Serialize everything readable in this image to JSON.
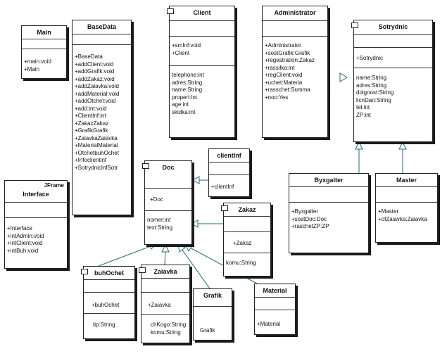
{
  "classes": {
    "main": {
      "name": "Main",
      "methods": [
        "+main:void",
        "+Main"
      ]
    },
    "basedata": {
      "name": "BaseData",
      "methods": [
        "+BaseData",
        "+addClient:void",
        "+addGrafik:void",
        "+addZakaz:void",
        "+addZaiavka:void",
        "+addMaterial:void",
        "+addOtchet:void",
        "+add:int:void",
        "+ClientInf:int",
        "+ZakazZakaz",
        "+GrafikGrafik",
        "+ZaiavkaZaiavka",
        "+MaterialMaterial",
        "+OtchetbuhOchet",
        "+Infoclientinf",
        "+SotrydniclnfSotr"
      ]
    },
    "client": {
      "name": "Client",
      "methods": [
        "+smInf:void",
        "+Client"
      ],
      "attributes": [
        "telephone:int",
        "adres:String",
        "name:String",
        "propert:int",
        "age:int",
        "skidka:int"
      ]
    },
    "administrator": {
      "name": "Administrator",
      "methods": [
        "+Administrator",
        "+sostGrafik:Grafik",
        "+regestration:Zakaz",
        "+rassilka:int",
        "+regClient:void",
        "+uchet:Materia",
        "+rasschet:Summa",
        "+noo:Yes"
      ]
    },
    "sotrydnic": {
      "name": "Sotrydnic",
      "methods": [
        "+Sotrydnic"
      ],
      "attributes": [
        "name:String",
        "adres:String",
        "dolgnost:String",
        "licnDan:String",
        "tel:int",
        "ZP:int"
      ]
    },
    "clientinf": {
      "name": "clientInf",
      "methods": [
        "+clientInf"
      ]
    },
    "doc": {
      "name": "Doc",
      "methods": [
        "+Doc"
      ],
      "attributes": [
        "nomer:int",
        "text:String"
      ]
    },
    "zakaz": {
      "name": "Zakaz",
      "methods": [
        "+Zakaz"
      ],
      "attributes": [
        "komu:String"
      ]
    },
    "interface": {
      "name": "Interface",
      "stereotype": "JFrame",
      "methods": [
        "+Interface",
        "+intAdmin:void",
        "+intClient:void",
        "+intBuh:void"
      ]
    },
    "byxgalter": {
      "name": "Byxgalter",
      "methods": [
        "+Byxgalter",
        "+sostDoc:Doc",
        "+raschetZP:ZP"
      ]
    },
    "master": {
      "name": "Master",
      "methods": [
        "+Master",
        "+ofZaiavka:Zaiavka"
      ]
    },
    "buhochet": {
      "name": "buhOchet",
      "methods": [
        "+buhOchet"
      ],
      "attributes": [
        "tip:String"
      ]
    },
    "zaiavka": {
      "name": "Zaiavka",
      "methods": [
        "+Zaiavka"
      ],
      "attributes": [
        "chKogo:String",
        "komu:String"
      ]
    },
    "grafik": {
      "name": "Grafik",
      "methods": [
        "Grafik"
      ]
    },
    "material": {
      "name": "Material",
      "methods": [
        "+Material"
      ]
    }
  }
}
